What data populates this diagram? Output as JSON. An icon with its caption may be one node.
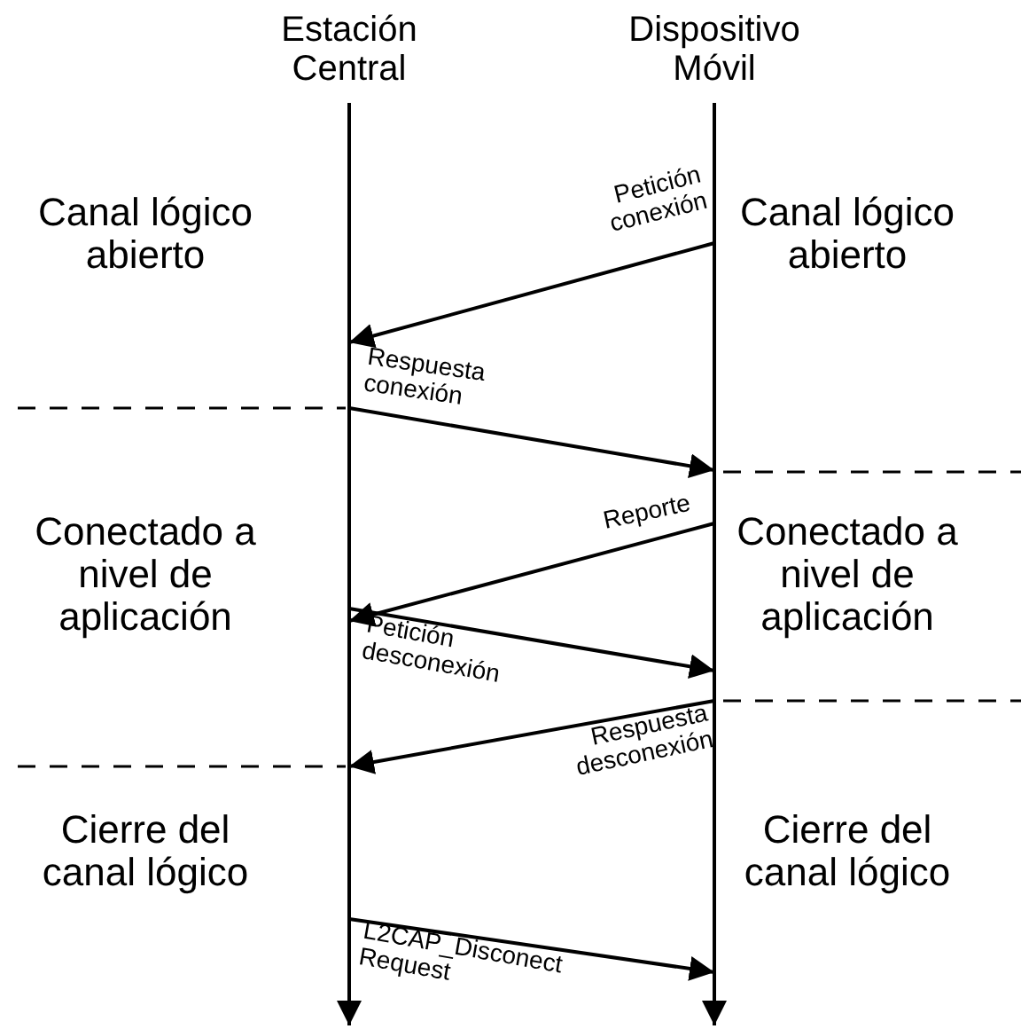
{
  "diagram": {
    "nodes": [
      {
        "text": [
          "Estación Central"
        ]
      },
      {
        "text": [
          "Dispositivo Móvil"
        ]
      }
    ],
    "edges": [
      {
        "from": 1,
        "to": 0,
        "arrow": "to",
        "label": "Petición conexión"
      },
      {
        "from": 0,
        "to": 1,
        "arrow": "to",
        "label": "Respuesta conexión"
      },
      {
        "from": 1,
        "to": 0,
        "arrow": "to",
        "label": "Reporte"
      },
      {
        "from": 0,
        "to": 1,
        "arrow": "to",
        "label": "Petición desconexión"
      },
      {
        "from": 1,
        "to": 0,
        "arrow": "to",
        "label": "Respuesta desconexión"
      },
      {
        "from": 0,
        "to": 1,
        "arrow": "to",
        "label": "L2CAP_Disconect Request"
      },
      {
        "from": 0,
        "to": null,
        "arrow": "to"
      },
      {
        "from": 1,
        "to": null,
        "arrow": "to"
      }
    ],
    "labels": [
      "Canal lógico abierto",
      "Canal lógico abierto",
      "Conectado a nivel de aplicación",
      "Conectado a nivel de aplicación",
      "Cierre del canal lógico",
      "Cierre del canal lógico"
    ]
  }
}
